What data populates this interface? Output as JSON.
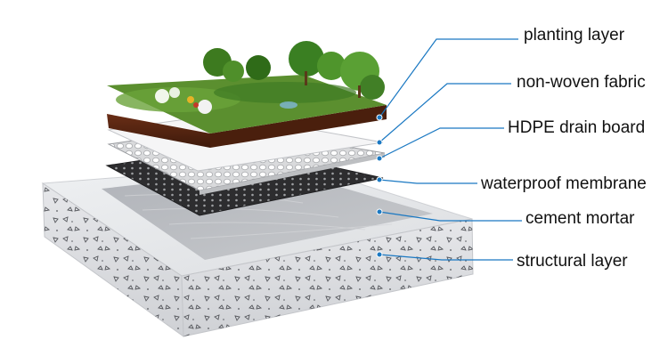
{
  "diagram": {
    "labels": [
      "planting layer",
      "non-woven fabric",
      "HDPE drain board",
      "waterproof membrane",
      "cement mortar",
      "structural layer"
    ]
  },
  "colors": {
    "leader_line": "#1a78c2",
    "soil": "#5a2612",
    "foliage": "#4f8f2a",
    "membrane": "#2a2a2a",
    "mortar": "#b9bcc2",
    "concrete": "#e1e2e5"
  }
}
